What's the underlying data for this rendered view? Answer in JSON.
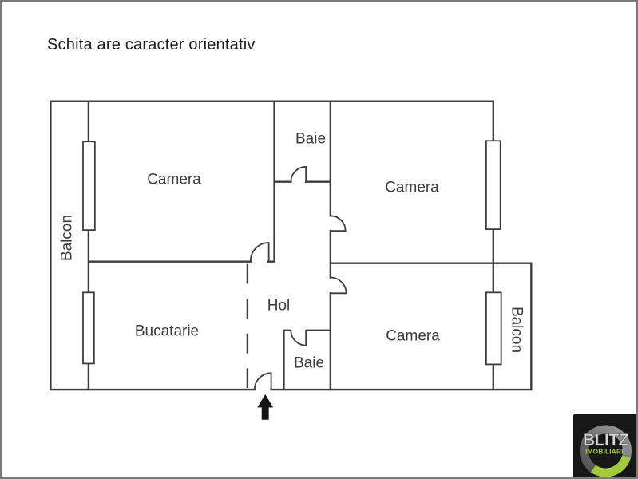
{
  "title": "Schita are caracter orientativ",
  "rooms": {
    "camera_top_left": "Camera",
    "baie_top": "Baie",
    "camera_top_right": "Camera",
    "bucatarie": "Bucatarie",
    "hol": "Hol",
    "baie_bottom": "Baie",
    "camera_bottom_right": "Camera",
    "balcon_left": "Balcon",
    "balcon_right": "Balcon"
  },
  "logo": {
    "brand": "BLITZ",
    "tagline": "IMOBILIARE"
  },
  "colors": {
    "wall": "#3c3c3c",
    "label": "#3b3b3b",
    "logo_bg": "#171717",
    "logo_accent": "#a5c93d",
    "logo_brand_text": "#d9d9d9",
    "frame_border": "#7a7a7a",
    "background": "#ffffff"
  }
}
